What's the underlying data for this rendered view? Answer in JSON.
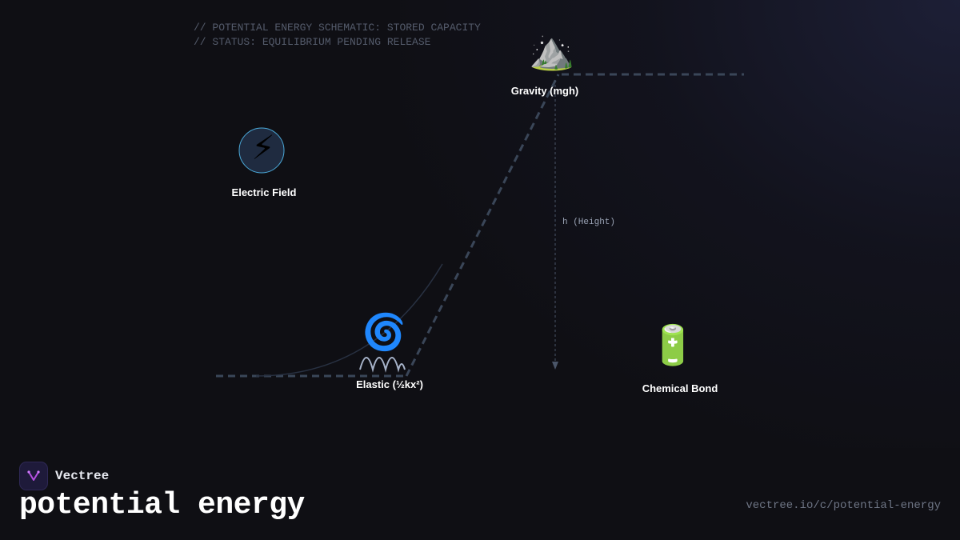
{
  "header": {
    "comment_line_1": "// POTENTIAL ENERGY SCHEMATIC: STORED CAPACITY",
    "comment_line_2": "// STATUS: EQUILIBRIUM PENDING RELEASE"
  },
  "diagram": {
    "nodes": {
      "gravity": {
        "label": "Gravity (mgh)",
        "icon": "mountain-icon",
        "glyph": "⛰️"
      },
      "electric": {
        "label": "Electric Field",
        "icon": "lightning-icon",
        "glyph": "⚡"
      },
      "elastic": {
        "label": "Elastic (½kx²)",
        "icon": "spring-icon",
        "glyph": "🌀"
      },
      "chemical": {
        "label": "Chemical Bond",
        "icon": "battery-icon",
        "glyph": "🔋"
      }
    },
    "height_label": "h (Height)"
  },
  "footer": {
    "brand": "Vectree",
    "title": "potential energy",
    "url": "vectree.io/c/potential-energy"
  },
  "colors": {
    "background": "#0f0f14",
    "dashed_line": "#3a4658",
    "electric_circle": "#1f2b40",
    "electric_ring": "#4aa8d8",
    "spring": "#a7b3c9",
    "text": "#ffffff",
    "muted_text": "#545b6b"
  }
}
